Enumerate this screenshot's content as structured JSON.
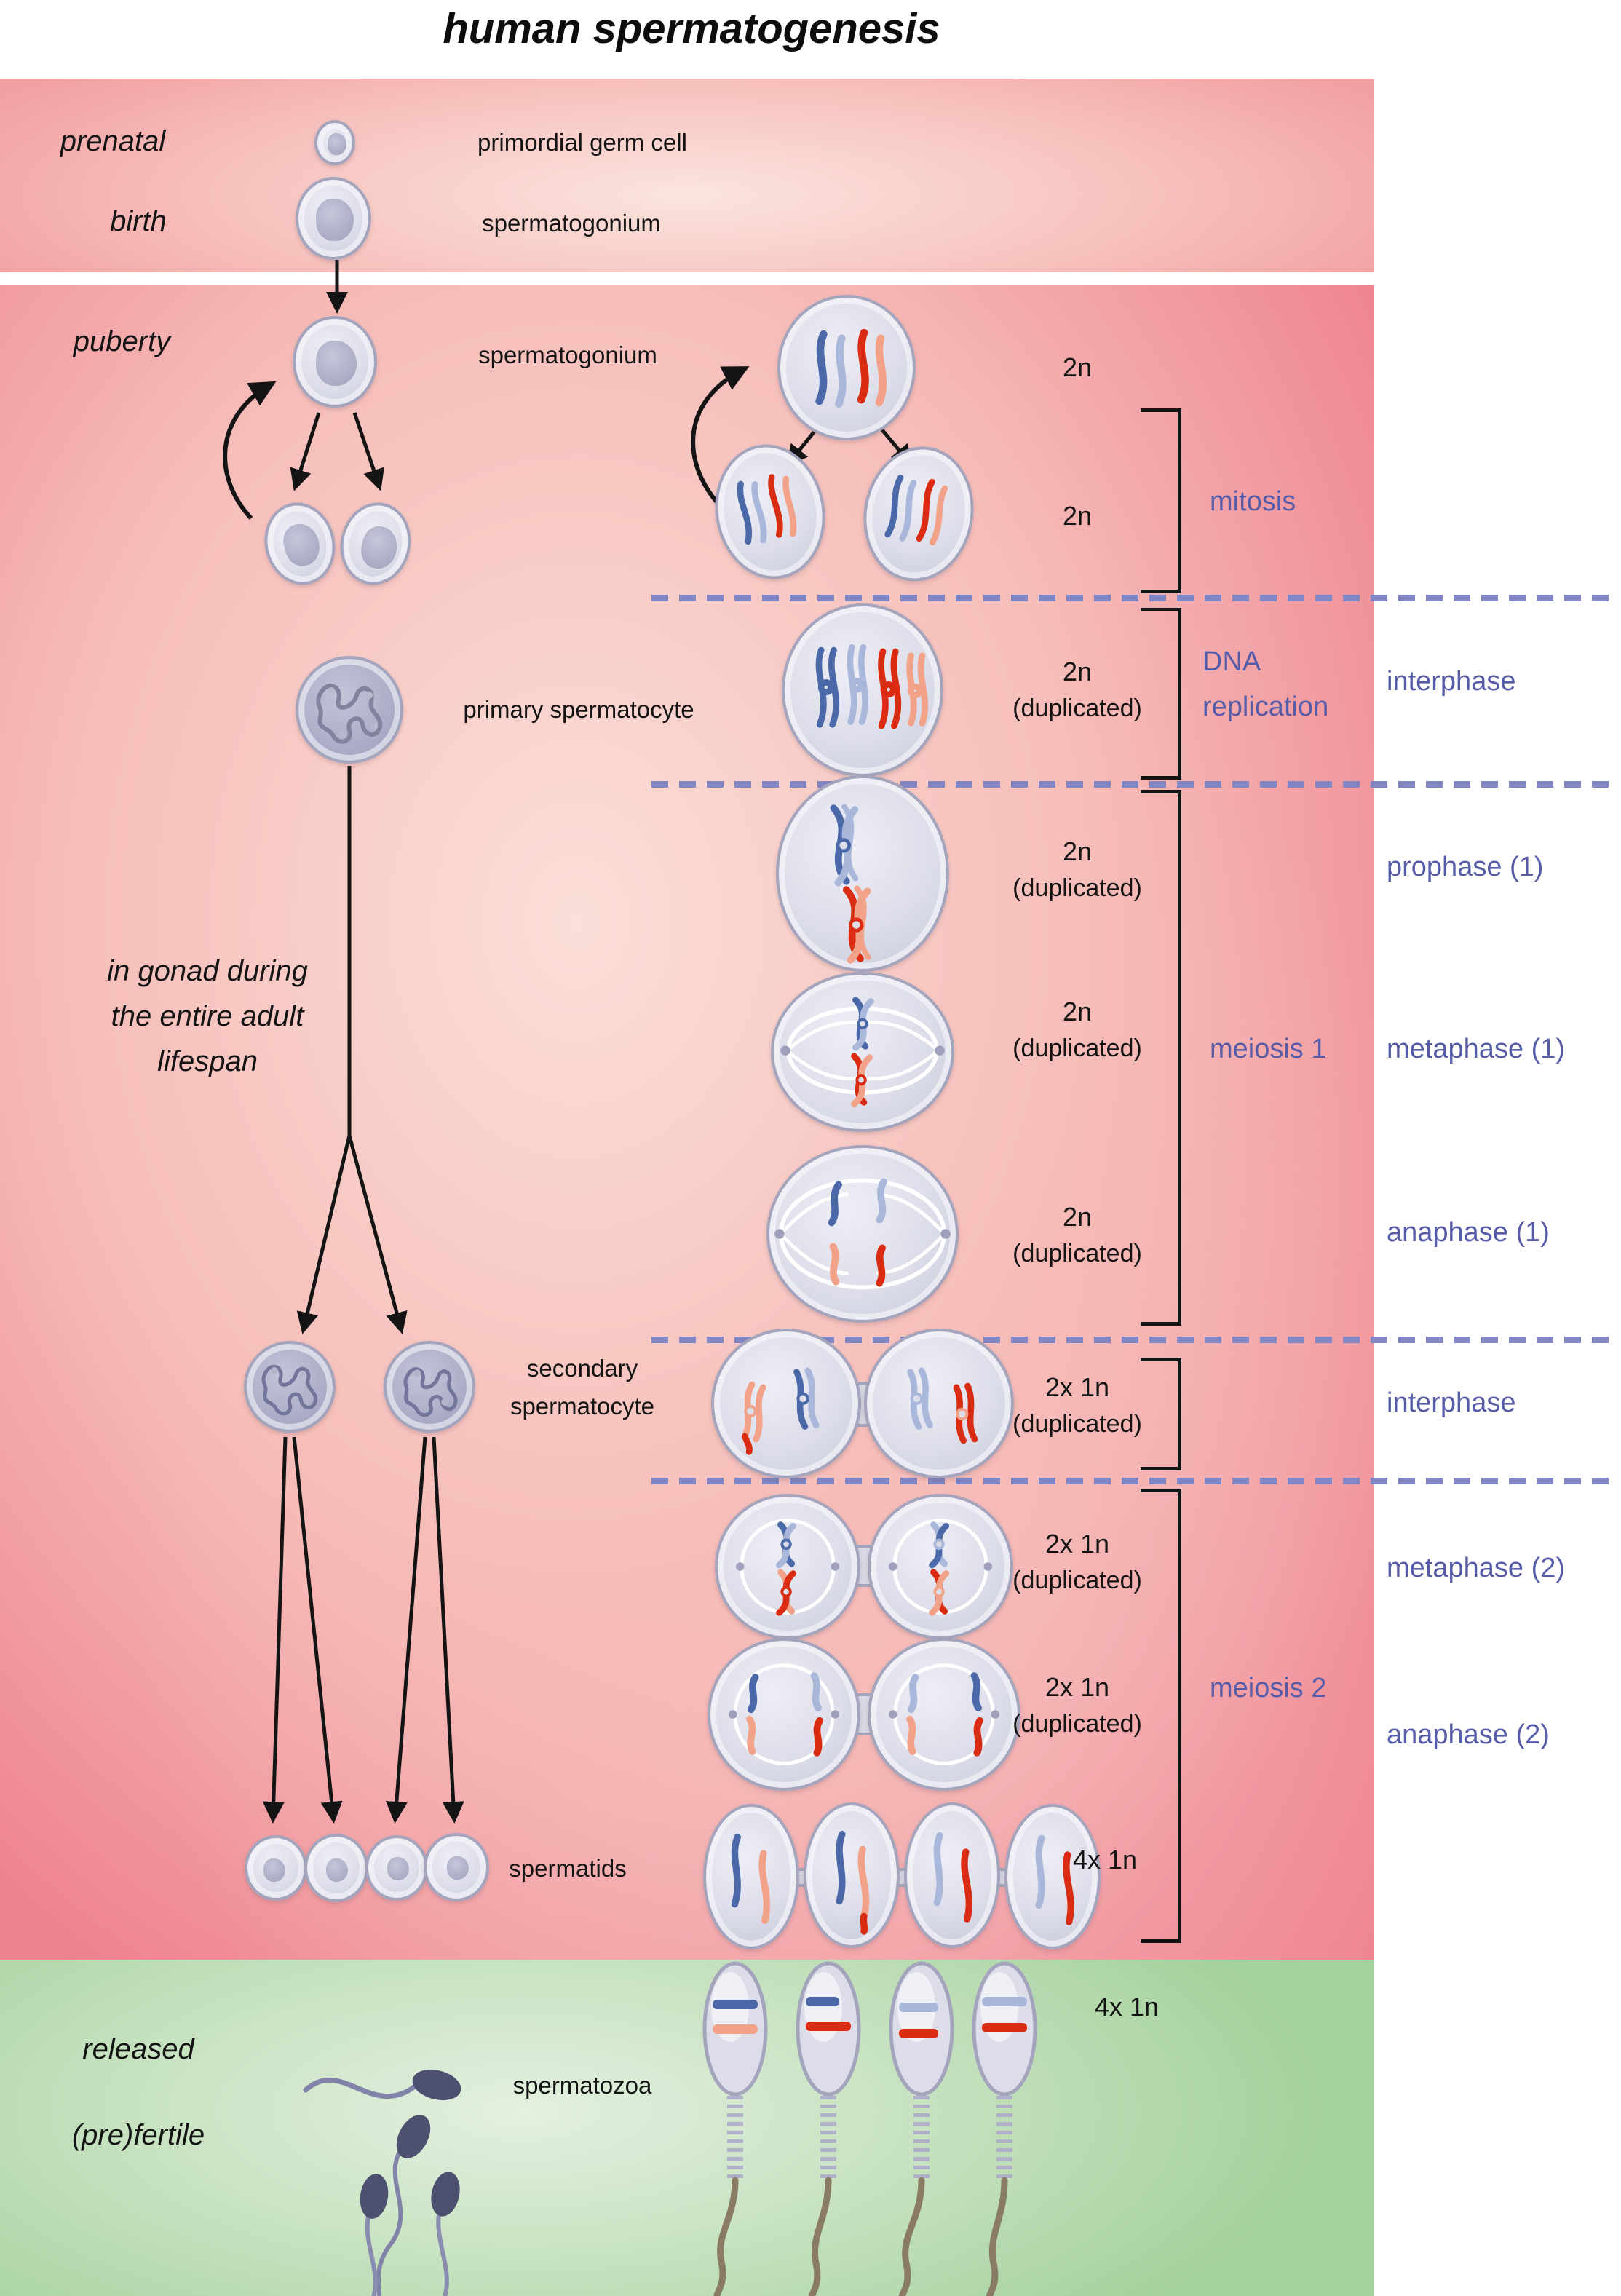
{
  "title": "human spermatogenesis",
  "colors": {
    "purple": "#575ca8",
    "dash": "#8286c2",
    "chrDarkBlue": "#4b69a9",
    "chrLightBlue": "#a9b7db",
    "chrDarkRed": "#d92c12",
    "chrSalmon": "#f2a289",
    "cellFill": "#dcdde9",
    "cellBorder": "#a4a5bd",
    "tail": "#8a7c64",
    "spermNavy": "#4e5070"
  },
  "stages": {
    "prenatal": "prenatal",
    "birth": "birth",
    "puberty": "puberty",
    "gonad": [
      "in gonad during",
      "the entire adult",
      "lifespan"
    ],
    "released": [
      "released",
      "(pre)fertile"
    ]
  },
  "cells": {
    "primordial": "primordial germ cell",
    "spermatogonium_top": "spermatogonium",
    "spermatogonium": "spermatogonium",
    "primary": "primary spermatocyte",
    "secondary": [
      "secondary",
      "spermatocyte"
    ],
    "spermatids": "spermatids",
    "spermatozoa": "spermatozoa"
  },
  "processes": {
    "mitosis": "mitosis",
    "dna": [
      "DNA",
      "replication"
    ],
    "meiosis1": "meiosis 1",
    "meiosis2": "meiosis 2"
  },
  "phases": [
    "interphase",
    "prophase (1)",
    "metaphase (1)",
    "anaphase (1)",
    "interphase",
    "metaphase (2)",
    "anaphase (2)"
  ],
  "ploidy": [
    {
      "l1": "2n",
      "l2": ""
    },
    {
      "l1": "2n",
      "l2": ""
    },
    {
      "l1": "2n",
      "l2": "(duplicated)"
    },
    {
      "l1": "2n",
      "l2": "(duplicated)"
    },
    {
      "l1": "2n",
      "l2": "(duplicated)"
    },
    {
      "l1": "2n",
      "l2": "(duplicated)"
    },
    {
      "l1": "2x 1n",
      "l2": "(duplicated)"
    },
    {
      "l1": "2x 1n",
      "l2": "(duplicated)"
    },
    {
      "l1": "2x 1n",
      "l2": "(duplicated)"
    },
    {
      "l1": "4x 1n",
      "l2": ""
    },
    {
      "l1": "4x 1n",
      "l2": ""
    }
  ]
}
